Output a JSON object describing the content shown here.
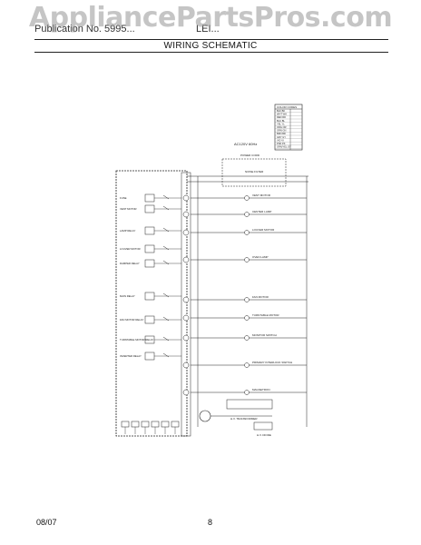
{
  "header": {
    "publication_ref": "Publication No. 5995...",
    "model_ref": "LEI...",
    "section_title": "WIRING SCHEMATIC"
  },
  "watermark": "AppliancePartsPros.com",
  "footer": {
    "date": "08/07",
    "page": "8"
  },
  "schematic": {
    "supply_label": "AC120V 60Hz",
    "power_cord_label": "POWER CORD",
    "noise_filter_label": "NOISE FILTER",
    "connector_labels": [
      "FUSE",
      "VENT MOTOR",
      "LAMP RELAY",
      "LOUVER MOTOR",
      "DAMPER RELAY",
      "MAIN RELAY",
      "FAN MOTOR RELAY",
      "TURNTABLE MOTOR RELAY",
      "INVERTER RELAY"
    ],
    "load_labels": [
      "VENT MOTOR",
      "CENTER LAMP",
      "LOUVER MOTOR",
      "OVEN LAMP",
      "FAN MOTOR",
      "TURNTABLE MOTOR",
      "MONITOR SWITCH",
      "PRIMARY INTERLOCK SWITCH",
      "MAGNETRON"
    ],
    "table": {
      "header": "COLOR CODES",
      "rows": [
        "BLK  BK",
        "WHT  WH",
        "RED  RD",
        "BLU  BL",
        "YEL  YL",
        "ORG  OR",
        "GRN  GN",
        "BRN  BR",
        "GRY  GY",
        "VIO  VI",
        "PNK  PK",
        "GRN/YEL  GY"
      ]
    },
    "magnetron_label": "H.V. TRANSFORMER",
    "bottom_label": "H.V. DIODE"
  }
}
